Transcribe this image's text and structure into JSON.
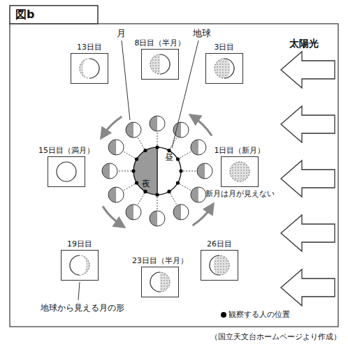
{
  "diagram": {
    "title": "図b",
    "caption": "（国立天文台ホームページより作成）",
    "nodes": [
      {
        "text": [
          "13日目"
        ]
      },
      {
        "text": [
          "8日目（半月）"
        ]
      },
      {
        "text": [
          "3日目"
        ]
      },
      {
        "text": [
          "15日目（満月）"
        ]
      },
      {
        "text": [
          "1日目（新月）"
        ]
      },
      {
        "text": [
          "19日目"
        ]
      },
      {
        "text": [
          "23日目（半月）"
        ]
      },
      {
        "text": [
          "26日目"
        ]
      }
    ],
    "labels": [
      "月",
      "地球",
      "昼",
      "夜",
      "太陽光",
      "新月は月が見えない",
      "地球から見える月の形"
    ],
    "legend": [
      {
        "text": "観察する人の位置"
      }
    ]
  }
}
